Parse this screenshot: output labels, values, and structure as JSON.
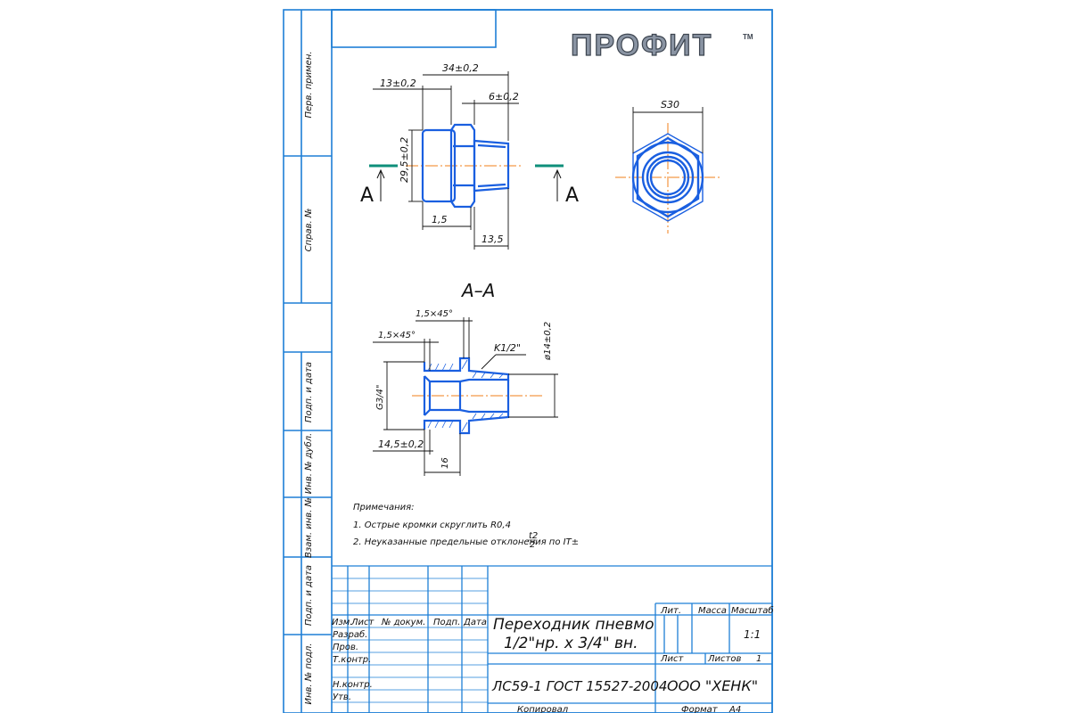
{
  "logo": {
    "text": "ПРОФИТ",
    "tm": "TM"
  },
  "side_labels": [
    "Перв. примен.",
    "Справ. №",
    "Подп. и дата",
    "Инв. № дубл.",
    "Взам. инв. №",
    "Подп. и дата",
    "Инв. № подл."
  ],
  "front_view": {
    "dims": {
      "d34": "34±0,2",
      "d13": "13±0,2",
      "d6": "6±0,2",
      "d29": "29,5±0,2",
      "d15": "1,5",
      "d135": "13,5"
    },
    "section_mark": "А"
  },
  "end_view": {
    "wrench": "S30"
  },
  "section": {
    "title": "А–А",
    "dims": {
      "ch1": "1,5×45°",
      "ch2": "1,5×45°",
      "thread_outer": "K1/2\"",
      "bore": "ø14±0,2",
      "thread_inner": "G3/4\"",
      "d145": "14,5±0,2",
      "d16": "16"
    }
  },
  "notes": {
    "heading": "Примечания:",
    "items": [
      "1. Острые кромки скруглить R0,4",
      "2. Неуказанные предельные отклонения по IT±"
    ],
    "tol_num": "t2",
    "tol_den": "2"
  },
  "title_block": {
    "headers": {
      "izm": "Изм.",
      "list": "Лист",
      "doc": "№ докум.",
      "podp": "Подп.",
      "data": "Дата"
    },
    "roles": [
      "Разраб.",
      "Пров.",
      "Т.контр.",
      "Н.контр.",
      "Утв."
    ],
    "name_line1": "Переходник пневмо",
    "name_line2": "1/2\"нр. х 3/4\" вн.",
    "material": "ЛС59-1 ГОСТ 15527-2004",
    "company": "ООО \"ХЕНК\"",
    "lit": "Лит.",
    "mass": "Масса",
    "scale": "Масштаб",
    "scale_value": "1:1",
    "sheet": "Лист",
    "sheets": "Листов",
    "sheets_value": "1",
    "copied": "Копировал",
    "format": "Формат",
    "format_value": "А4"
  },
  "colors": {
    "frame": "#1e7fd6",
    "part": "#1a5fe0",
    "centerline": "#f07f1a",
    "section_mark": "#0e8f7a",
    "ink": "#111111"
  }
}
